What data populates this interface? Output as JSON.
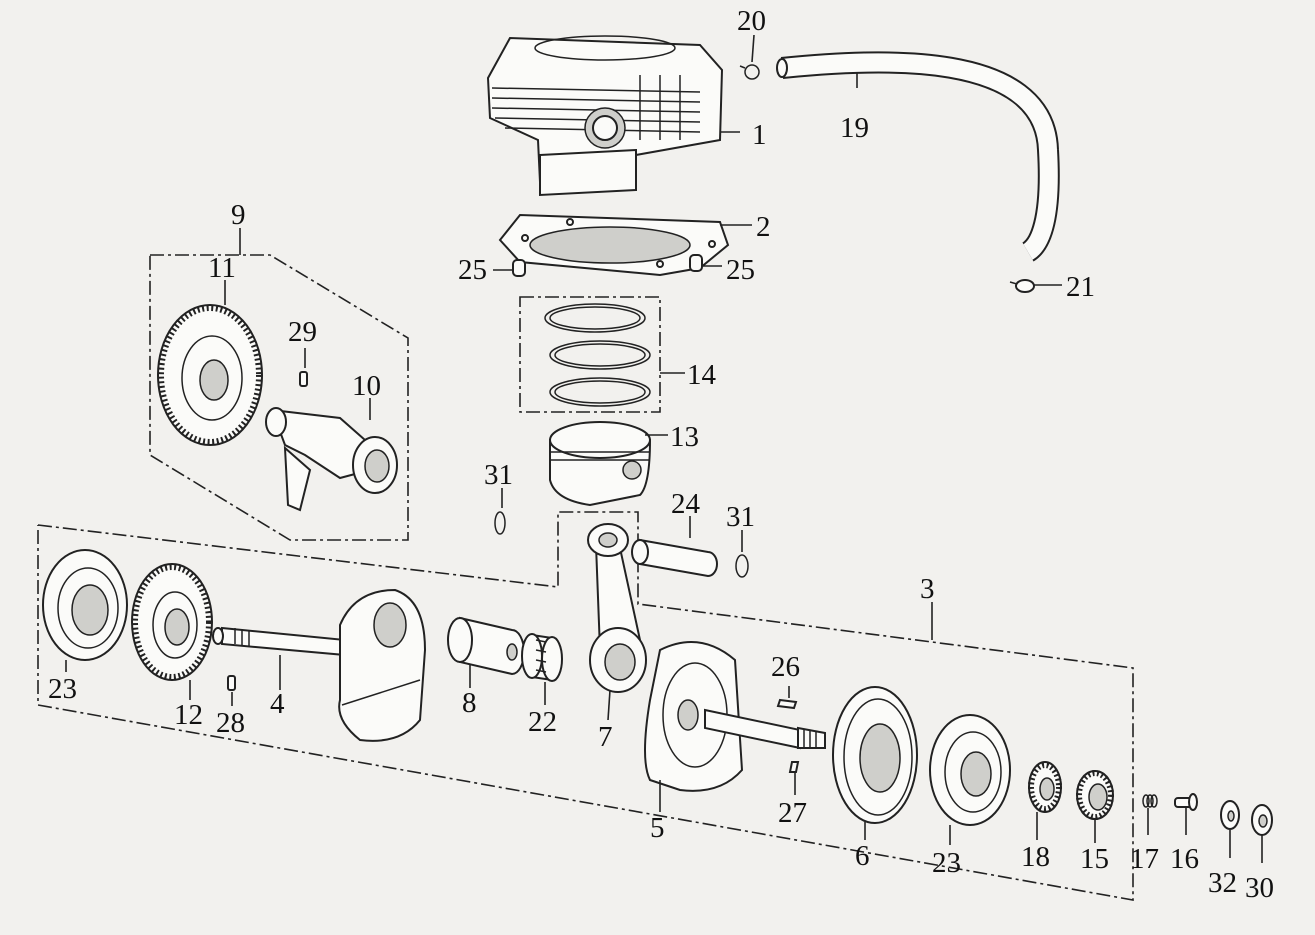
{
  "labels": {
    "p1": "1",
    "p2": "2",
    "p3": "3",
    "p4": "4",
    "p5": "5",
    "p6": "6",
    "p7": "7",
    "p8": "8",
    "p9": "9",
    "p10": "10",
    "p11": "11",
    "p12": "12",
    "p13": "13",
    "p14": "14",
    "p15": "15",
    "p16": "16",
    "p17": "17",
    "p18": "18",
    "p19": "19",
    "p20": "20",
    "p21": "21",
    "p22": "22",
    "p23a": "23",
    "p23b": "23",
    "p24": "24",
    "p25a": "25",
    "p25b": "25",
    "p26": "26",
    "p27": "27",
    "p28": "28",
    "p29": "29",
    "p30": "30",
    "p31a": "31",
    "p31b": "31",
    "p32": "32"
  }
}
